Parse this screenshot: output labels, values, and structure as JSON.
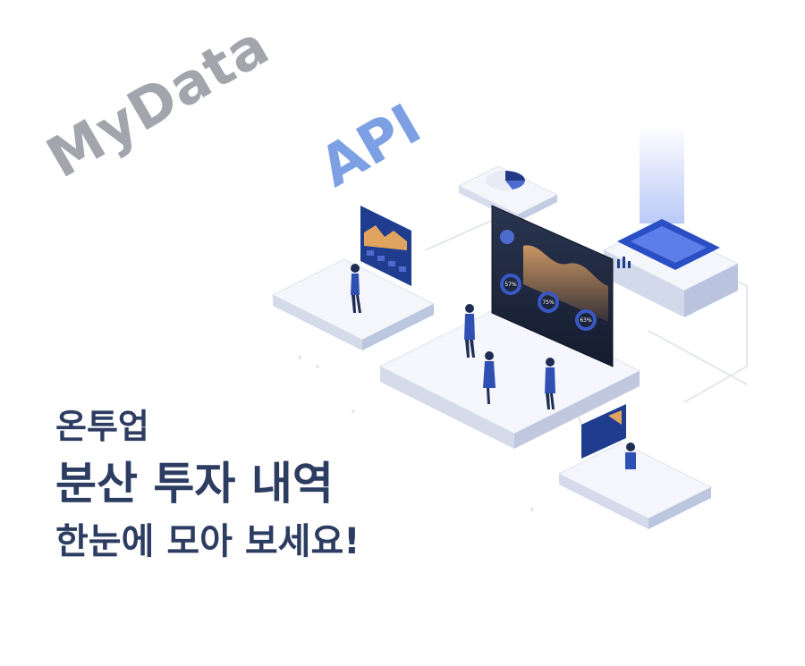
{
  "branding": {
    "title_word1": "MyData",
    "title_word2": "API",
    "title_word1_color": "#a3a5ad",
    "title_word2_color": "#7d9fe3"
  },
  "headline": {
    "line1": "온투업",
    "line2": "분산 투자 내역",
    "line3": "한눈에 모아 보세요!",
    "color": "#2d3c61"
  },
  "illustration": {
    "dashboard_gauges": [
      "57%",
      "75%",
      "63%"
    ],
    "accent_color": "#1f3c8f",
    "chart_color": "#e0a45e"
  }
}
